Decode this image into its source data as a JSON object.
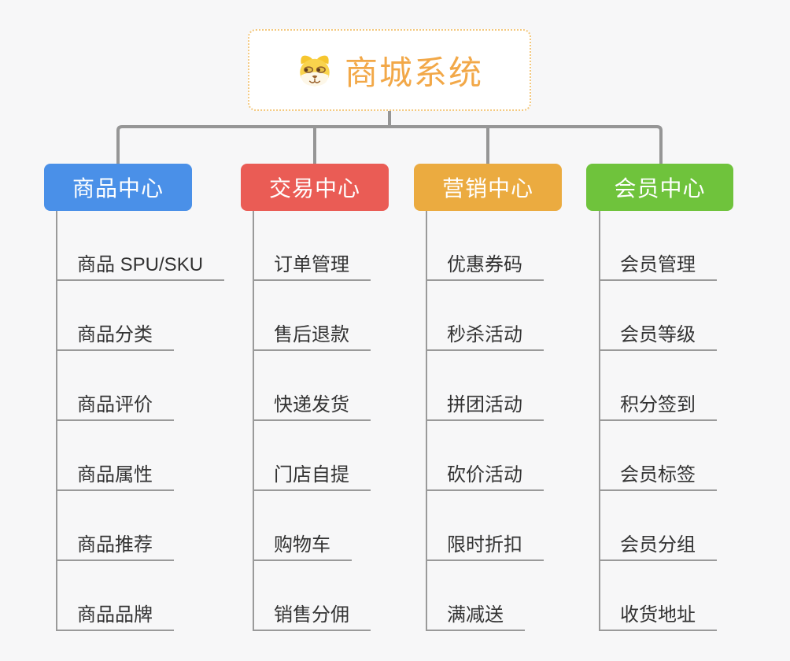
{
  "root": {
    "title": "商城系统",
    "icon": "dog-face-icon"
  },
  "branches": [
    {
      "label": "商品中心",
      "color": "#4a90e8",
      "items": [
        "商品 SPU/SKU",
        "商品分类",
        "商品评价",
        "商品属性",
        "商品推荐",
        "商品品牌"
      ]
    },
    {
      "label": "交易中心",
      "color": "#ea5c55",
      "items": [
        "订单管理",
        "售后退款",
        "快递发货",
        "门店自提",
        "购物车",
        "销售分佣"
      ]
    },
    {
      "label": "营销中心",
      "color": "#ebab40",
      "items": [
        "优惠券码",
        "秒杀活动",
        "拼团活动",
        "砍价活动",
        "限时折扣",
        "满减送"
      ]
    },
    {
      "label": "会员中心",
      "color": "#6fc33c",
      "items": [
        "会员管理",
        "会员等级",
        "积分签到",
        "会员标签",
        "会员分组",
        "收货地址"
      ]
    }
  ],
  "colors": {
    "background": "#f7f7f8",
    "root_border": "#f3c87f",
    "root_title": "#f2a848",
    "connector": "#969696",
    "leaf_text": "#333333"
  }
}
